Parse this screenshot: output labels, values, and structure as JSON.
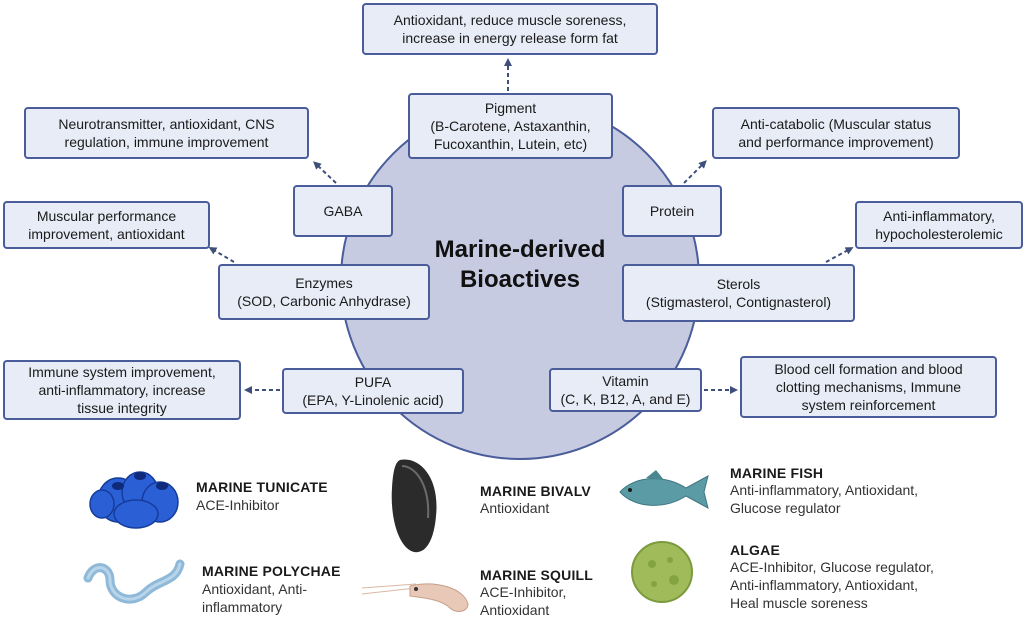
{
  "center": {
    "title": "Marine-derived\nBioactives"
  },
  "compounds": {
    "pigment": "Pigment\n(B-Carotene, Astaxanthin,\nFucoxanthin, Lutein, etc)",
    "gaba": "GABA",
    "protein": "Protein",
    "enzymes": "Enzymes\n(SOD, Carbonic Anhydrase)",
    "sterols": "Sterols\n(Stigmasterol, Contignasterol)",
    "pufa": "PUFA\n(EPA, Y-Linolenic acid)",
    "vitamin": "Vitamin\n(C, K, B12, A, and E)"
  },
  "effects": {
    "pigment": "Antioxidant, reduce muscle soreness,\nincrease in energy release form fat",
    "gaba": "Neurotransmitter, antioxidant, CNS\nregulation, immune improvement",
    "protein": "Anti-catabolic (Muscular status\nand performance improvement)",
    "enzymes": "Muscular performance\nimprovement, antioxidant",
    "sterols": "Anti-inflammatory,\nhypocholesterolemic",
    "pufa": "Immune system improvement,\nanti-inflammatory, increase\ntissue integrity",
    "vitamin": "Blood cell formation and blood\nclotting mechanisms, Immune\nsystem reinforcement"
  },
  "organisms": {
    "tunicate": {
      "name": "MARINE TUNICATE",
      "desc": "ACE-Inhibitor",
      "icon": "tunicate-icon",
      "color": "#2a5fd6"
    },
    "polychae": {
      "name": "MARINE POLYCHAE",
      "desc": "Antioxidant, Anti-\ninflammatory",
      "icon": "worm-icon",
      "color": "#8fb9d9"
    },
    "bivalv": {
      "name": "MARINE BIVALV",
      "desc": "Antioxidant",
      "icon": "mussel-icon",
      "color": "#2b2b2b"
    },
    "squill": {
      "name": "MARINE SQUILL",
      "desc": "ACE-Inhibitor,\nAntioxidant",
      "icon": "shrimp-icon",
      "color": "#e8c9b8"
    },
    "fish": {
      "name": "MARINE FISH",
      "desc": "Anti-inflammatory, Antioxidant,\nGlucose regulator",
      "icon": "fish-icon",
      "color": "#5a9ba6"
    },
    "algae": {
      "name": "ALGAE",
      "desc": "ACE-Inhibitor, Glucose regulator,\nAnti-inflammatory, Antioxidant,\nHeal muscle soreness",
      "icon": "algae-icon",
      "color": "#9fbb5a"
    }
  },
  "colors": {
    "box_fill": "#e8ecf7",
    "box_border": "#4a5d9a",
    "circle_fill": "#c6cbe1",
    "arrow": "#3d4f7a"
  }
}
